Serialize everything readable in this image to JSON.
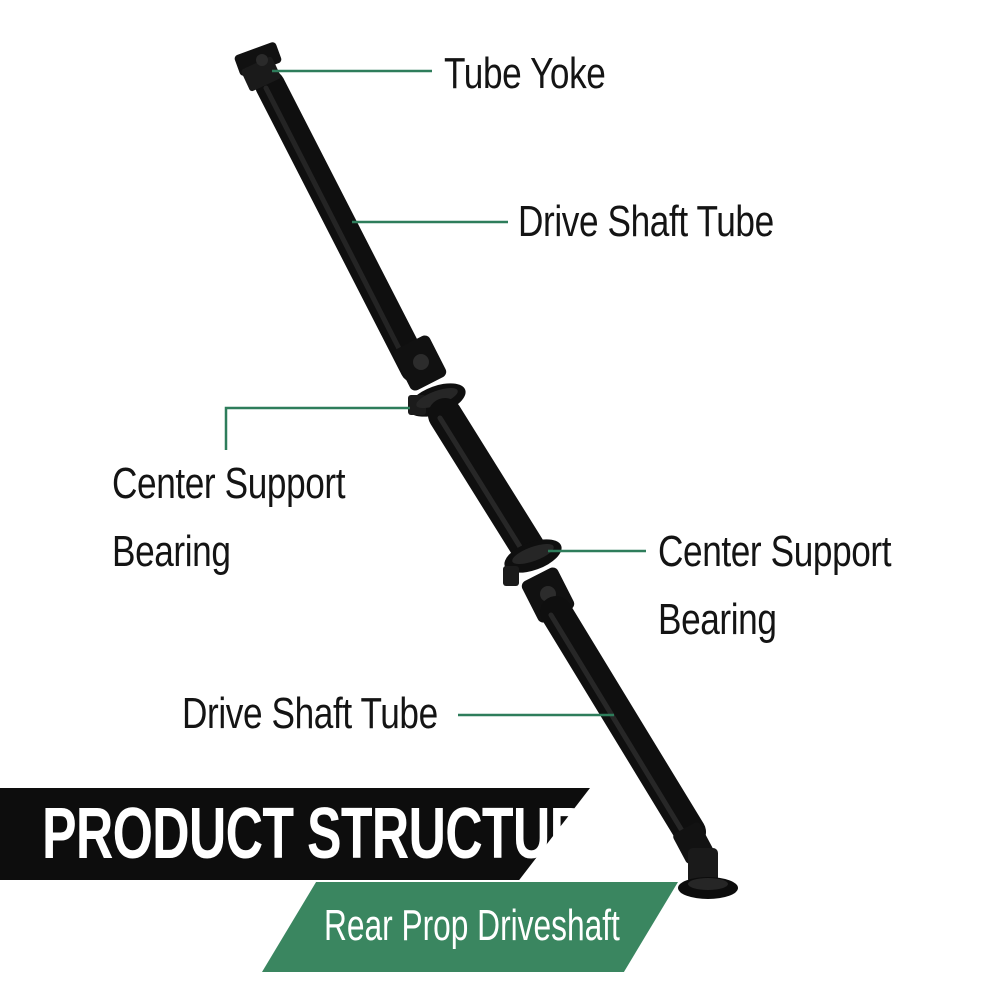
{
  "callouts": {
    "tube_yoke": "Tube Yoke",
    "drive_shaft_tube_upper": "Drive Shaft Tube",
    "center_support_bearing_left": [
      "Center Support",
      "Bearing"
    ],
    "center_support_bearing_right": [
      "Center Support",
      "Bearing"
    ],
    "drive_shaft_tube_lower": "Drive Shaft Tube"
  },
  "banner": {
    "title": "PRODUCT STRUCTURE",
    "subtitle": "Rear Prop Driveshaft"
  },
  "colors": {
    "accent_green": "#3a8660",
    "leader_line": "#2e7d5b",
    "shaft_black": "#141414",
    "banner_black": "#0d0d0d",
    "text_dark": "#141414"
  }
}
